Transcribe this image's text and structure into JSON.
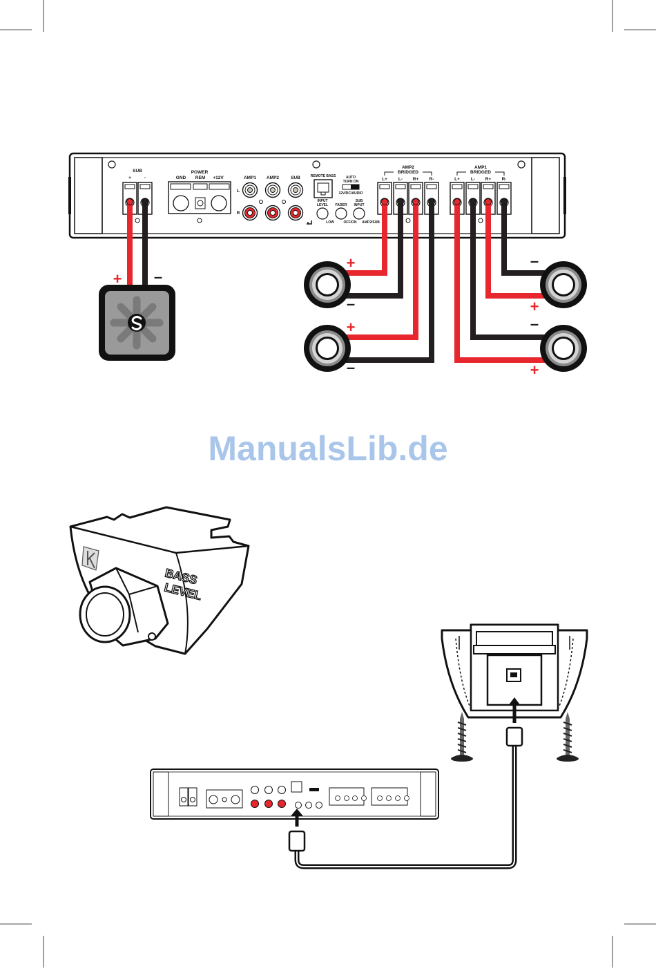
{
  "watermark": "ManualsLib.de",
  "amp": {
    "sub": "SUB",
    "sub_plus": "+",
    "sub_minus": "-",
    "power": "POWER",
    "gnd": "GND",
    "rem": "REM",
    "v12": "+12V",
    "amp1": "AMP1",
    "amp2": "AMP2",
    "sub_rca": "SUB",
    "rca_l": "L",
    "rca_r": "R",
    "remote_bass": "REMOTE BASS",
    "auto_turn_on_1": "AUTO",
    "auto_turn_on_2": "TURN ON",
    "auto_mode": "12V/DC/AUDIO",
    "input_level_1": "INPUT",
    "input_level_2": "LEVEL",
    "fader": "FADER",
    "sub_input_1": "SUB",
    "sub_input_2": "INPUT",
    "low": "LOW",
    "off_on": "OFF/ON",
    "amp2_sub": "AMP2/SUB",
    "amp2_title": "AMP2",
    "amp1_title": "AMP1",
    "bridged": "BRIDGED",
    "lp": "L+",
    "lm": "L-",
    "rp": "R+",
    "rm": "R-"
  },
  "polarity": {
    "plus": "+",
    "minus": "–"
  },
  "remote": {
    "line1": "BASS",
    "line2": "LEVEL"
  },
  "colors": {
    "positive_wire": "#e8262d",
    "negative_wire": "#231f20",
    "watermark": "#a9c6ea"
  }
}
